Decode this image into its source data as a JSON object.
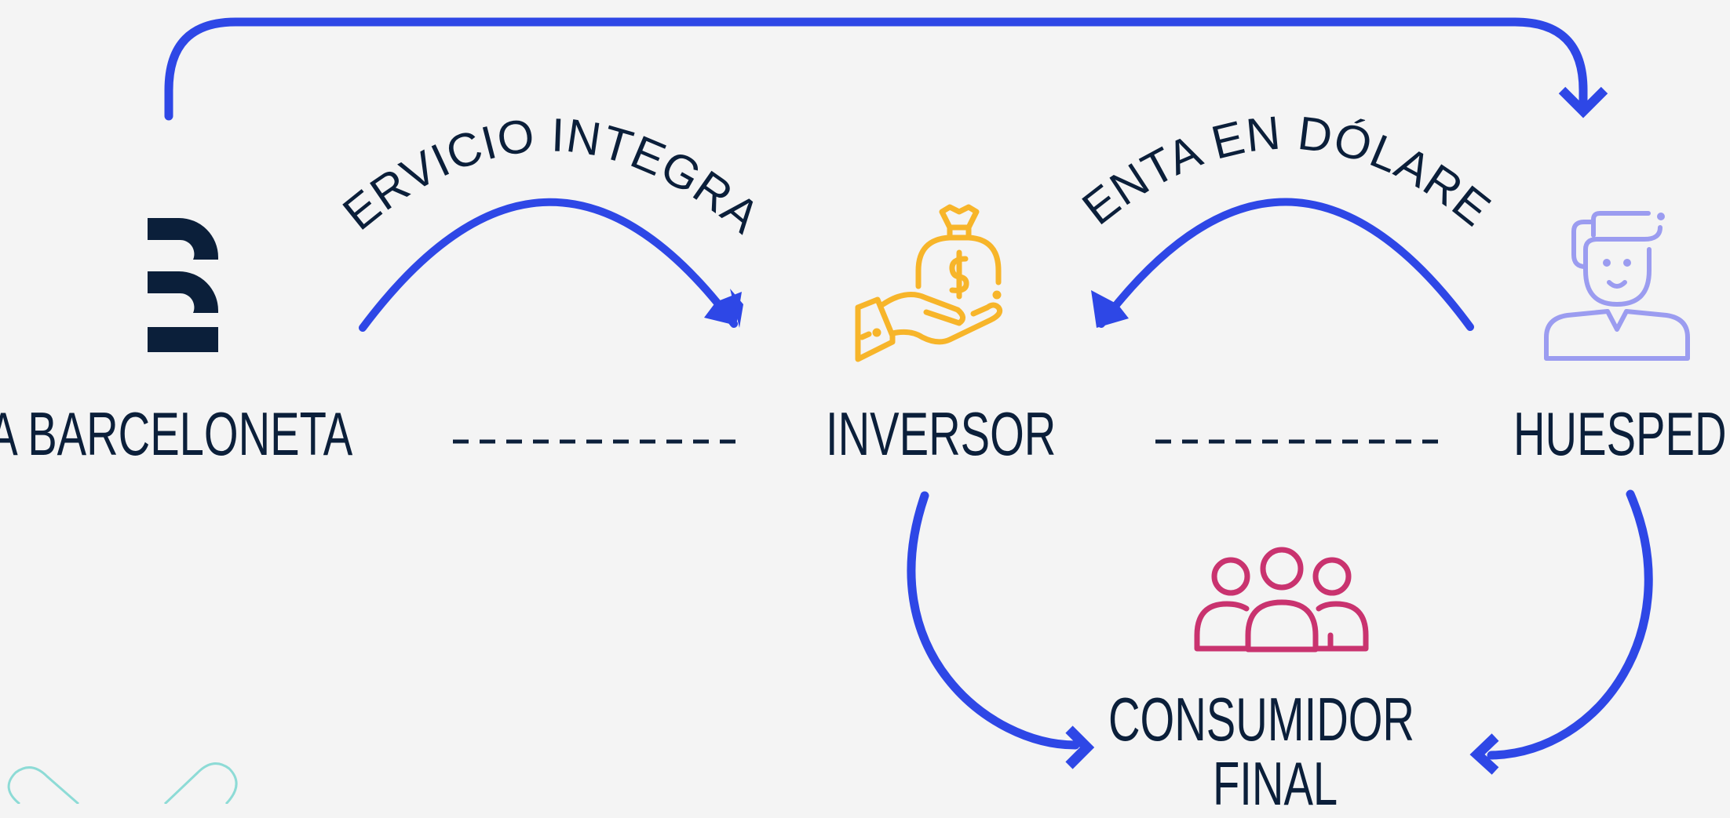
{
  "nodes": {
    "barceloneta": "LA BARCELONETA",
    "inversor": "INVERSOR",
    "huesped": "HUESPED",
    "consumidor_line1": "CONSUMIDOR",
    "consumidor_line2": "FINAL"
  },
  "flows": {
    "servicio_integral": "SERVICIO INTEGRAL",
    "renta_dolares": "RENTA EN DÓLARES"
  },
  "colors": {
    "background": "#f4f4f4",
    "arrow": "#2e47e6",
    "text": "#0b1f3a",
    "investor_icon": "#f7b52a",
    "guest_icon": "#9b9cf0",
    "consumers_icon": "#c9336f",
    "decor": "#8ddbd6"
  },
  "icons": {
    "barceloneta": "barceloneta-logo",
    "inversor": "money-bag-hand-icon",
    "huesped": "guest-person-icon",
    "consumidor": "group-people-icon"
  }
}
